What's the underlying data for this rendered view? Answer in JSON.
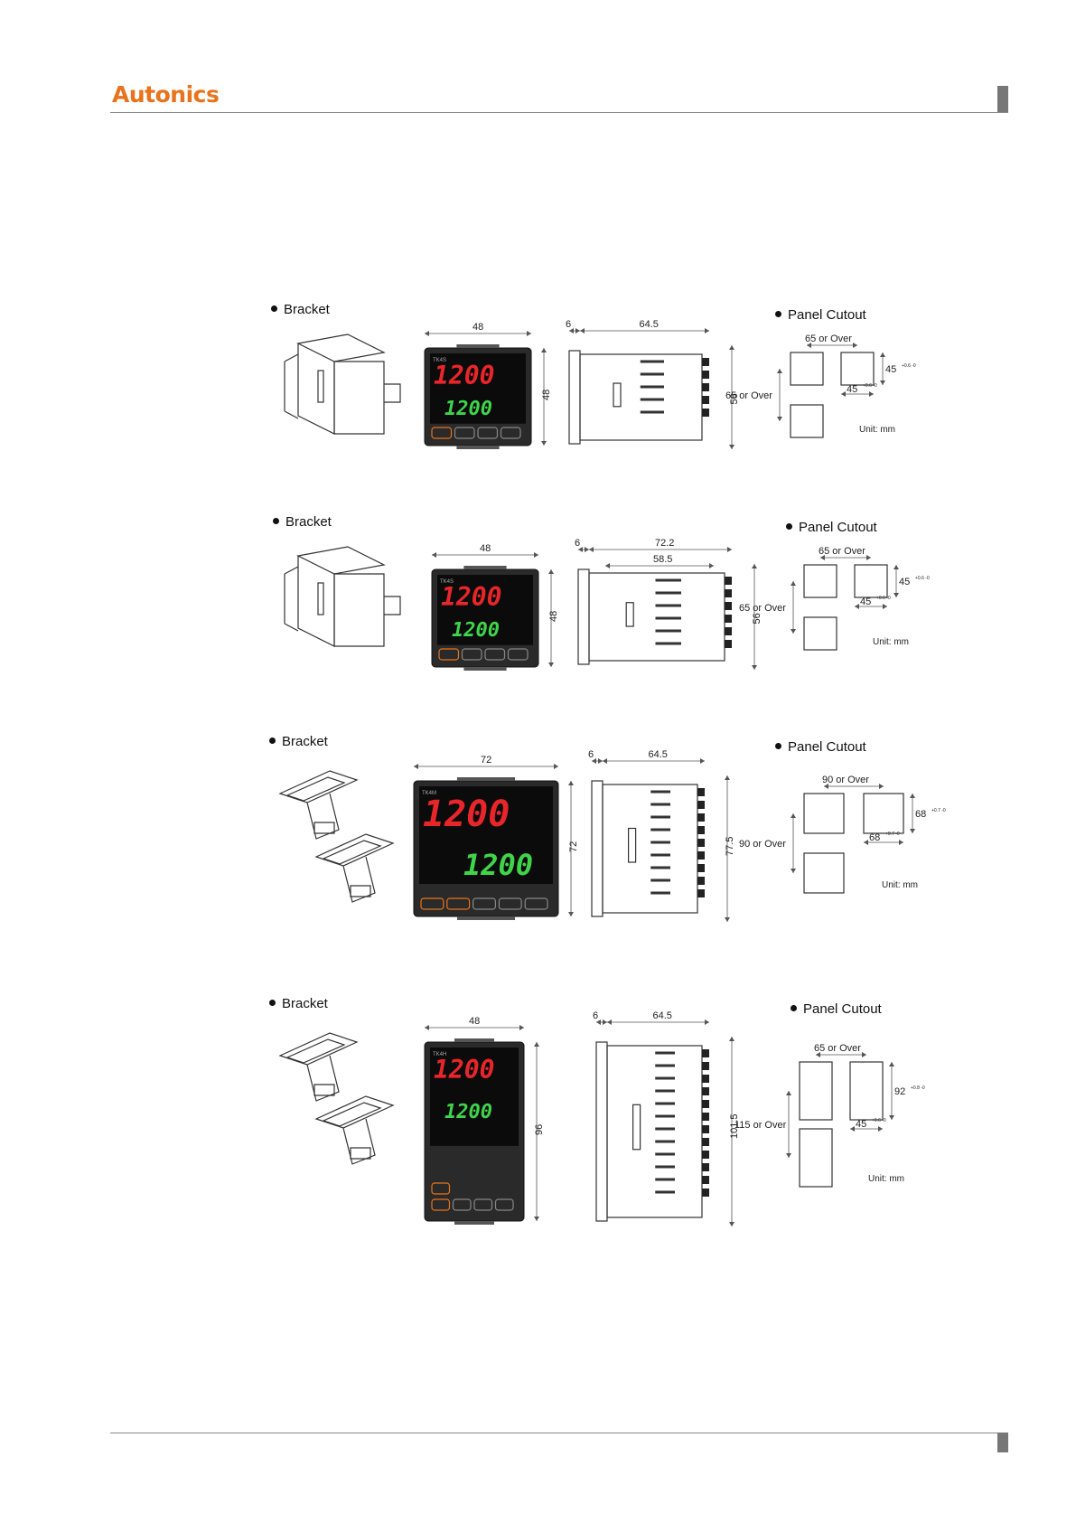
{
  "header": {
    "logo": "Autonics"
  },
  "sections": [
    {
      "bracket": "Bracket",
      "panel": "Panel Cutout",
      "unit": "Unit: mm",
      "front": {
        "w": "48",
        "h": "48",
        "model": "TK4S",
        "pv": "1200",
        "sv": "1200"
      },
      "side": {
        "a": "6",
        "b": "64.5",
        "c": "",
        "h": "56"
      },
      "cutout": {
        "top": "65 or Over",
        "left": "65 or Over",
        "hdim": "45",
        "hdim_tol": "+0.6 -0",
        "vdim": "45",
        "vdim_tol": "+0.6 -0"
      }
    },
    {
      "bracket": "Bracket",
      "panel": "Panel Cutout",
      "unit": "Unit: mm",
      "front": {
        "w": "48",
        "h": "48",
        "model": "TK4S",
        "pv": "1200",
        "sv": "1200"
      },
      "side": {
        "a": "6",
        "b": "72.2",
        "c": "58.5",
        "h": "56"
      },
      "cutout": {
        "top": "65 or Over",
        "left": "65 or Over",
        "hdim": "45",
        "hdim_tol": "+0.6 -0",
        "vdim": "45",
        "vdim_tol": "+0.6 -0"
      }
    },
    {
      "bracket": "Bracket",
      "panel": "Panel Cutout",
      "unit": "Unit: mm",
      "front": {
        "w": "72",
        "h": "72",
        "model": "TK4M",
        "pv": "1200",
        "sv": "1200"
      },
      "side": {
        "a": "6",
        "b": "64.5",
        "c": "",
        "h": "77.5"
      },
      "cutout": {
        "top": "90 or Over",
        "left": "90 or Over",
        "hdim": "68",
        "hdim_tol": "+0.7 -0",
        "vdim": "68",
        "vdim_tol": "+0.7 -0"
      }
    },
    {
      "bracket": "Bracket",
      "panel": "Panel Cutout",
      "unit": "Unit: mm",
      "front": {
        "w": "48",
        "h": "96",
        "model": "TK4H",
        "pv": "1200",
        "sv": "1200"
      },
      "side": {
        "a": "6",
        "b": "64.5",
        "c": "",
        "h": "101.5"
      },
      "cutout": {
        "top": "65 or Over",
        "left": "115 or Over",
        "hdim": "45",
        "hdim_tol": "+0.6 -0",
        "vdim": "92",
        "vdim_tol": "+0.8 -0"
      }
    }
  ],
  "colors": {
    "brand": "#e8731c",
    "lcd_red": "#e8262a",
    "lcd_green": "#3fd44a",
    "body": "#2a2a2a"
  }
}
